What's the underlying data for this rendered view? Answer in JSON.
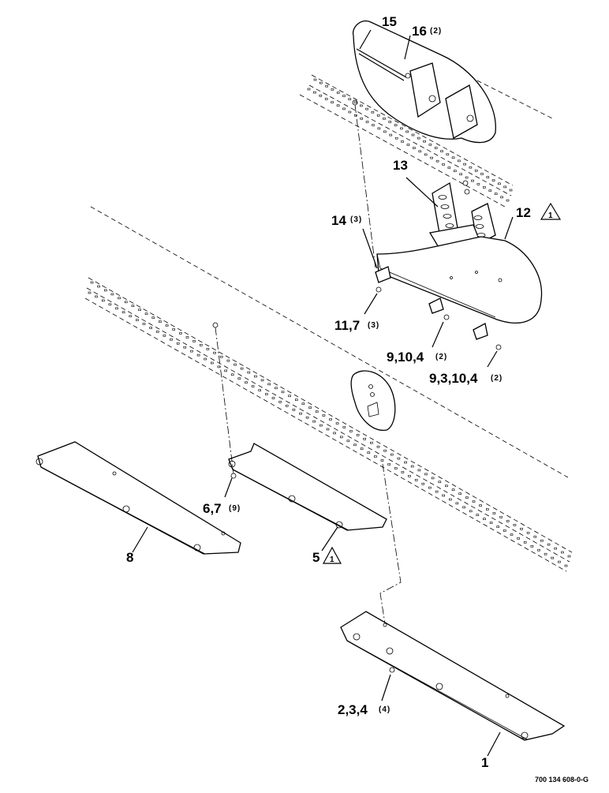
{
  "callouts": {
    "c15": "15",
    "c16": "16",
    "c16_qty": "(2)",
    "c13": "13",
    "c12": "12",
    "c12_note": "1",
    "c14": "14",
    "c14_qty": "(3)",
    "c11": "11,7",
    "c11_qty": "(3)",
    "c9a": "9,10,4",
    "c9a_qty": "(2)",
    "c9b": "9,3,10,4",
    "c9b_qty": "(2)",
    "c6": "6,7",
    "c6_qty": "(9)",
    "c8": "8",
    "c5": "5",
    "c5_note": "1",
    "c2": "2,3,4",
    "c2_qty": "(4)",
    "c1": "1"
  },
  "drawing_number": "700 134 608-0-G"
}
